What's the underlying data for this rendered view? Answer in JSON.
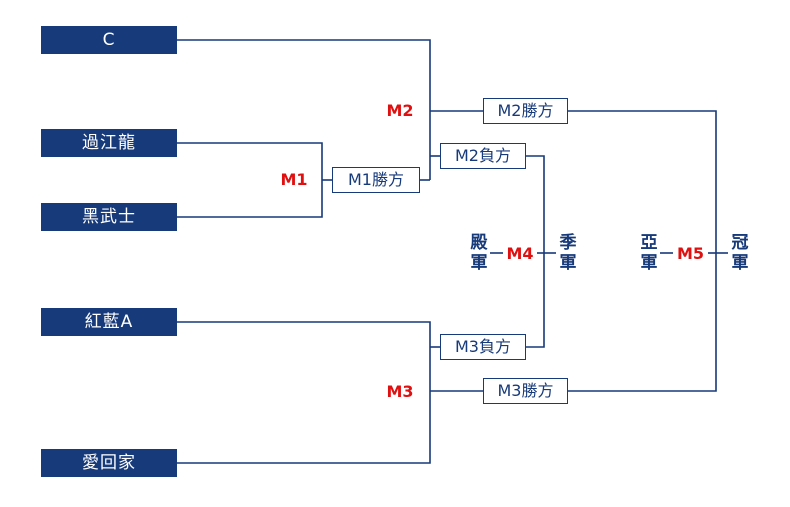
{
  "teams": [
    "C",
    "過江龍",
    "黑武士",
    "紅藍A",
    "愛回家"
  ],
  "matches": {
    "m1": "M1",
    "m2": "M2",
    "m3": "M3",
    "m4": "M4",
    "m5": "M5"
  },
  "results": {
    "m1_winner": "M1勝方",
    "m2_winner": "M2勝方",
    "m2_loser": "M2負方",
    "m3_loser": "M3負方",
    "m3_winner": "M3勝方"
  },
  "placements": {
    "fourth": [
      "殿",
      "軍"
    ],
    "third": [
      "季",
      "軍"
    ],
    "second": [
      "亞",
      "軍"
    ],
    "champion": [
      "冠",
      "軍"
    ]
  },
  "colors": {
    "navy": "#173a7a",
    "match_label": "#e01010",
    "team_text": "#ffffff"
  }
}
